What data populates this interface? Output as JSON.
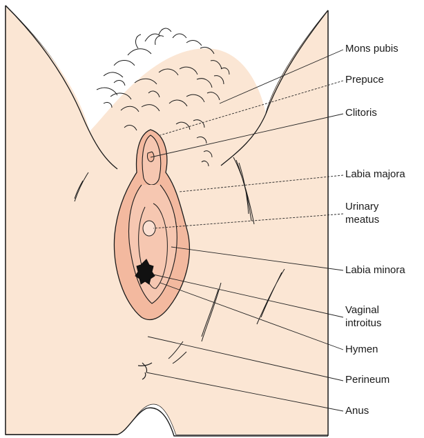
{
  "labels": {
    "mons_pubis": "Mons pubis",
    "prepuce": "Prepuce",
    "clitoris": "Clitoris",
    "labia_majora": "Labia majora",
    "urinary_meatus": "Urinary\nmeatus",
    "labia_minora": "Labia minora",
    "vaginal_introitus": "Vaginal\nintroitus",
    "hymen": "Hymen",
    "perineum": "Perineum",
    "anus": "Anus"
  },
  "colors": {
    "skin": "#fbe6d4",
    "inner_tissue": "#f3b99f",
    "outline": "#1a1a1a"
  }
}
